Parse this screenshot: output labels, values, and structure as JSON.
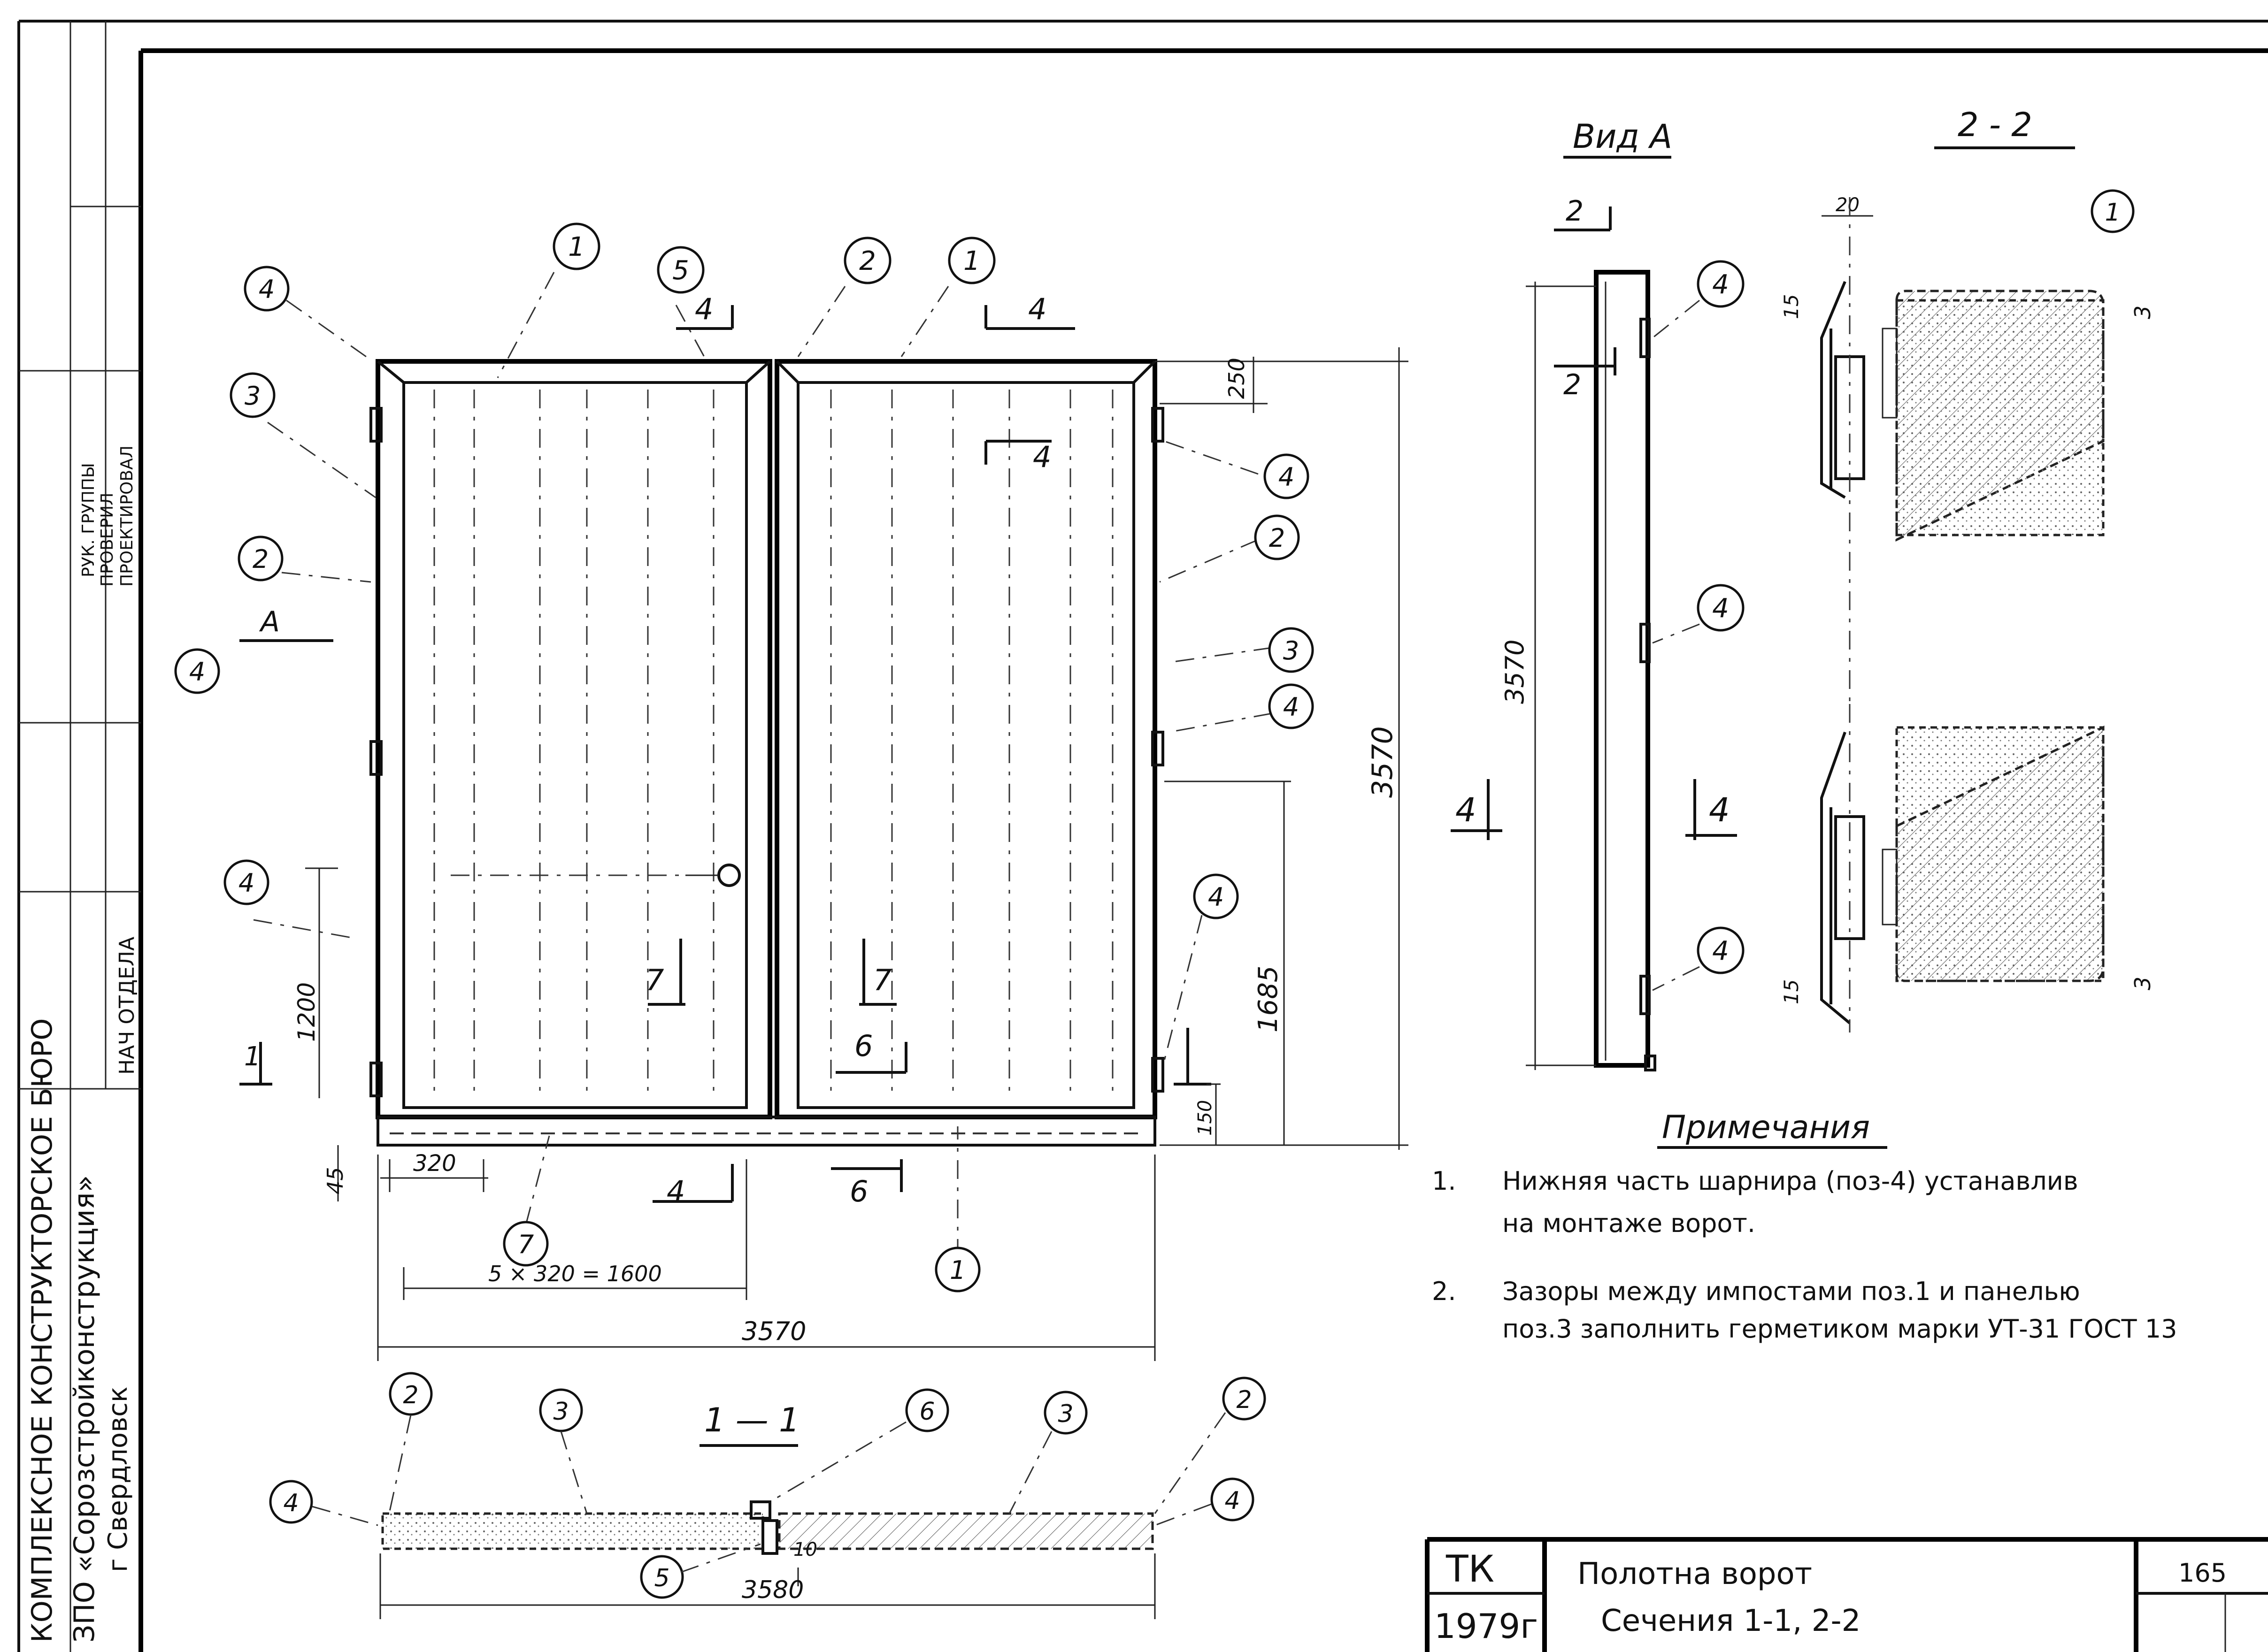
{
  "stamp": {
    "org_line1": "КОМПЛЕКСНОЕ КОНСТРУКТОРСКОЕ БЮРО",
    "org_line2": "ЗПО «Сорозстройконструкция»",
    "org_line3": "г Свердловск",
    "role1": "РУК. ГРУППЫ",
    "role2": "ПРОВЕРИЛ",
    "role3": "ПРОЕКТИРОВАЛ",
    "dept": "НАЧ ОТДЕЛА"
  },
  "front_view": {
    "callouts": [
      "1",
      "5",
      "2",
      "1",
      "4",
      "3",
      "2",
      "4",
      "4",
      "2",
      "3",
      "4",
      "4",
      "4",
      "7",
      "1"
    ],
    "section_marks": {
      "a_arrow": "А",
      "s4_top_left": "4",
      "s4_top_right": "4",
      "s4_inner": "4",
      "s7_left": "7",
      "s7_right": "7",
      "s6_top": "6",
      "s6_bottom": "6",
      "s4_bottom": "4",
      "s1_left": "1"
    },
    "dims": {
      "top_offset": "250",
      "height_total": "3570",
      "hinge_height": "1685",
      "bottom_offset": "150",
      "left_height": "1200",
      "bottom_gap": "45",
      "first_span": "320",
      "repeat_span": "5 × 320 = 1600",
      "width_total": "3570"
    }
  },
  "view_a": {
    "title": "Вид А",
    "mark2_top": "2",
    "mark2_side": "2",
    "height": "3570",
    "callouts": [
      "4",
      "4",
      "4"
    ],
    "mark4_left": "4",
    "mark4_right": "4"
  },
  "section_2_2": {
    "title": "2 - 2",
    "callout": "1",
    "dim_top": "20",
    "dim_15_top": "15",
    "dim_15_bottom": "15",
    "mark_right_top": "3",
    "mark_right_bottom": "3"
  },
  "section_1_1": {
    "title": "1 — 1",
    "callouts": [
      "2",
      "3",
      "6",
      "3",
      "2",
      "4",
      "4",
      "5"
    ],
    "dim_gap": "10",
    "dim_total": "3580"
  },
  "notes": {
    "title": "Примечания",
    "items": [
      {
        "num": "1.",
        "line1": "Нижняя часть шарнира (поз-4) устанавлив",
        "line2": "на монтаже ворот."
      },
      {
        "num": "2.",
        "line1": "Зазоры между импостами поз.1 и панелью",
        "line2": "поз.3 заполнить герметиком марки УТ-31 ГОСТ 13"
      }
    ]
  },
  "title_block": {
    "series": "ТК",
    "year": "1979г",
    "title1": "Полотна ворот",
    "title2": "Сечения 1-1, 2-2",
    "sheet": "165"
  }
}
